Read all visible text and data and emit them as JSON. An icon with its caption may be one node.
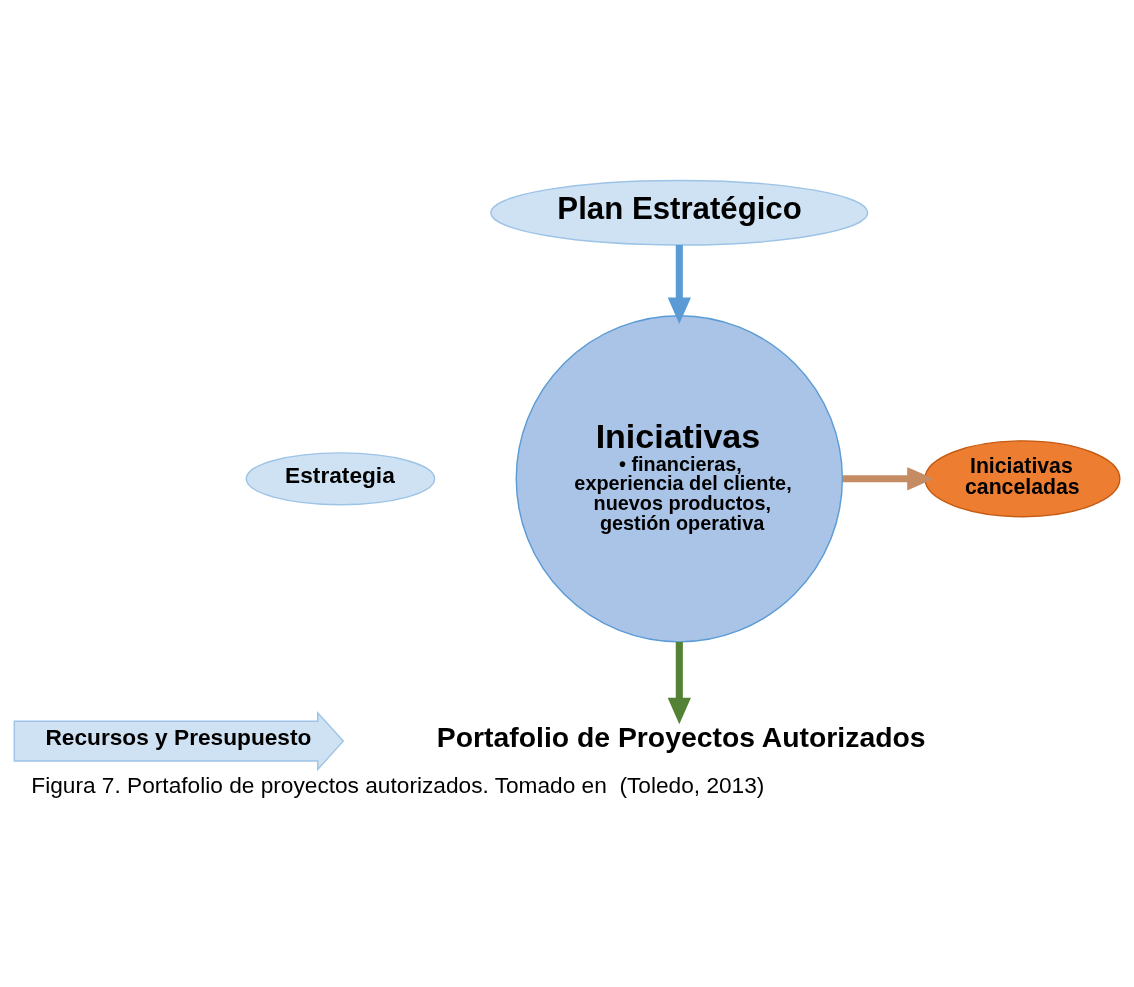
{
  "diagram": {
    "caption": "Figura 7. Portafolio de proyectos autorizados. Tomado en  (Toledo, 2013)",
    "nodes": [
      {
        "text": [
          "Plan Estratégico"
        ]
      },
      {
        "text": [
          "Estrategia"
        ]
      },
      {
        "text": [
          "Iniciativas",
          "• financieras, experiencia del cliente, nuevos productos, gestión operativa"
        ]
      },
      {
        "text": [
          "Iniciativas canceladas"
        ]
      },
      {
        "text": [
          "Recursos y Presupuesto"
        ]
      },
      {
        "text": [
          "Portafolio de Proyectos Autorizados"
        ]
      }
    ],
    "edges": [
      {
        "from": 0,
        "to": 2,
        "arrow": "to",
        "color": "#5b9bd5"
      },
      {
        "from": 2,
        "to": 3,
        "arrow": "to",
        "color": "#c58c64"
      },
      {
        "from": 2,
        "to": 5,
        "arrow": "to",
        "color": "#548235"
      }
    ]
  }
}
